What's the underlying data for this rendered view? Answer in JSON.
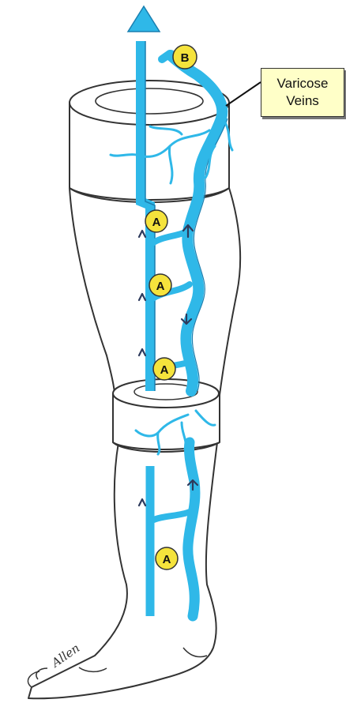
{
  "callout": {
    "line1": "Varicose",
    "line2": "Veins"
  },
  "markers": {
    "b": "B",
    "a1": "A",
    "a2": "A",
    "a3": "A",
    "a4": "A"
  },
  "signature": "Allen",
  "colors": {
    "vein": "#2fb8e8",
    "vein_dark": "#1a7fb0",
    "valve": "#f5e33c",
    "outline": "#333333",
    "callout_bg": "#ffffc8",
    "arrow_dark": "#2d3a5c"
  }
}
